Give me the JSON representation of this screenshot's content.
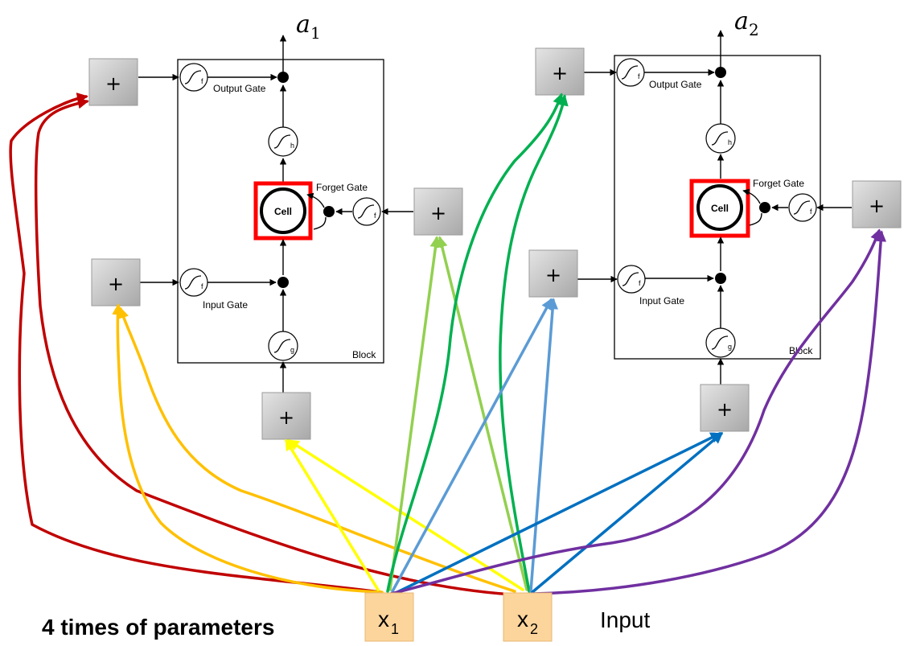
{
  "caption": "4 times of parameters",
  "input_label": "Input",
  "inputs": [
    {
      "main": "x",
      "sub": "1"
    },
    {
      "main": "x",
      "sub": "2"
    }
  ],
  "blocks": [
    {
      "output": {
        "main": "a",
        "sub": "1"
      },
      "block_label": "Block",
      "output_gate": "Output Gate",
      "forget_gate": "Forget Gate",
      "input_gate": "Input Gate",
      "cell": "Cell",
      "act_f": "f",
      "act_h": "h",
      "act_g": "g"
    },
    {
      "output": {
        "main": "a",
        "sub": "2"
      },
      "block_label": "Block",
      "output_gate": "Output Gate",
      "forget_gate": "Forget Gate",
      "input_gate": "Input Gate",
      "cell": "Cell",
      "act_f": "f",
      "act_h": "h",
      "act_g": "g"
    }
  ],
  "plus_symbol": "+",
  "colors": {
    "output_gate_wire": "#c00000",
    "input_gate_wire": "#ffc000",
    "cell_input_wire": "#ffff00",
    "forget_gate_wire_1": "#92d050",
    "output_gate_wire_2": "#00b050",
    "input_gate_wire_2": "#5b9bd5",
    "cell_input_wire_2": "#0070c0",
    "forget_gate_wire_2": "#7030a0",
    "cell_highlight": "#ff0000",
    "input_box": "#fcd59c"
  }
}
